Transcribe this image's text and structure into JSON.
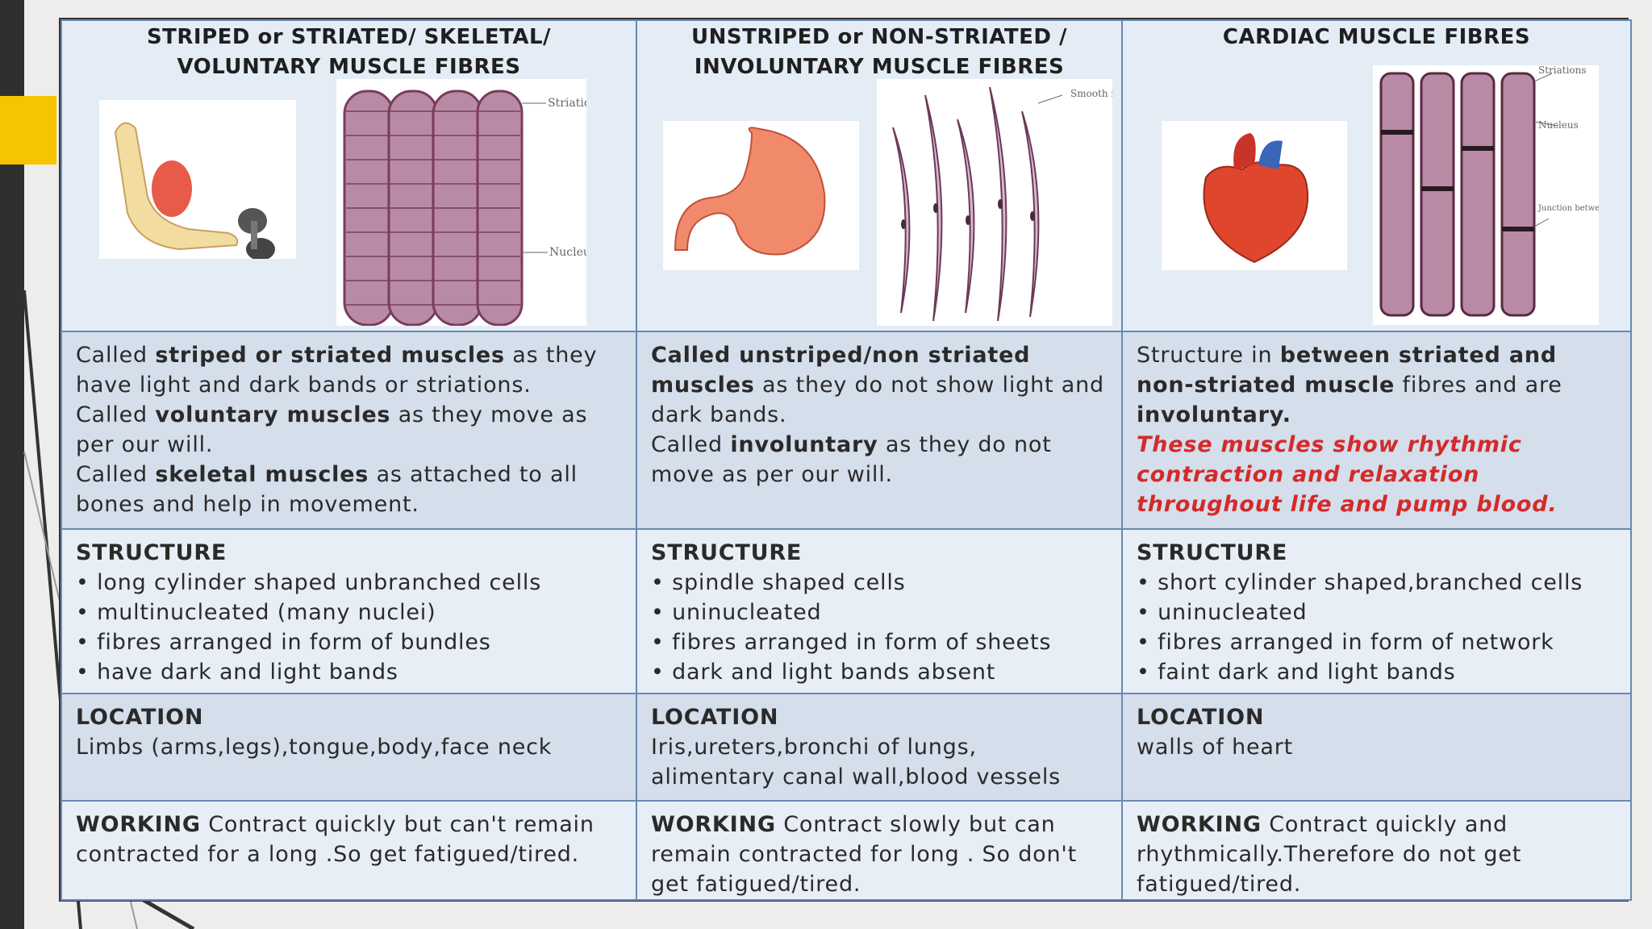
{
  "headers": [
    {
      "line1": "STRIPED or STRIATED/ SKELETAL/",
      "line2": "VOLUNTARY MUSCLE FIBRES"
    },
    {
      "line1": "UNSTRIPED or NON-STRIATED /",
      "line2": "INVOLUNTARY MUSCLE FIBRES"
    },
    {
      "line1": "CARDIAC MUSCLE FIBRES",
      "line2": ""
    }
  ],
  "diagram_labels": {
    "skeletal": [
      "Striations",
      "Nucleus"
    ],
    "smooth": [
      "Smooth muscle fibres"
    ],
    "cardiac": [
      "Striations",
      "Nucleus",
      "Junction between adjacent cells"
    ]
  },
  "description": {
    "skeletal": {
      "a1": "Called ",
      "b1": "striped or striated muscles",
      "a2": " as they have light and dark bands or striations.",
      "a3": "Called ",
      "b2": "voluntary muscles",
      "a4": " as they  move as per our will.",
      "a5": "Called ",
      "b3": "skeletal  muscles",
      "a6": " as attached to all bones and help in movement."
    },
    "smooth": {
      "b1": "Called unstriped/non striated muscles",
      "a1": " as they do not show light and dark bands.",
      "a2": "Called ",
      "b2": "involuntary",
      "a3": " as they do not move as per our will."
    },
    "cardiac": {
      "a1": "Structure in ",
      "b1": "between striated and non-striated muscle",
      "a2": " fibres and are ",
      "b2": "involuntary.",
      "red": "These muscles show rhythmic contraction and relaxation throughout life and pump blood."
    }
  },
  "structure": {
    "label": "STRUCTURE",
    "skeletal": [
      "• long cylinder shaped unbranched cells",
      "• multinucleated (many nuclei)",
      "• fibres arranged  in form of bundles",
      "• have dark and light bands"
    ],
    "smooth": [
      "• spindle shaped cells",
      "• uninucleated",
      "• fibres arranged in form of sheets",
      "• dark and light bands absent"
    ],
    "cardiac": [
      "• short cylinder shaped,branched cells",
      "• uninucleated",
      "• fibres arranged in form of network",
      "•  faint dark and light bands"
    ]
  },
  "location": {
    "label": "LOCATION",
    "skeletal": "Limbs (arms,legs),tongue,body,face neck",
    "smooth": "Iris,ureters,bronchi of lungs, alimentary canal wall,blood vessels",
    "cardiac": "walls of heart"
  },
  "working": {
    "label": "WORKING",
    "skeletal": " Contract quickly but can't remain contracted for a long .So get fatigued/tired.",
    "smooth": " Contract slowly but can remain contracted for long . So don't get fatigued/tired.",
    "cardiac": " Contract quickly and rhythmically.Therefore do not get fatigued/tired."
  },
  "colors": {
    "accent": "#f6c400",
    "table_border": "#6a89b4",
    "red_text": "#d42a2a"
  }
}
